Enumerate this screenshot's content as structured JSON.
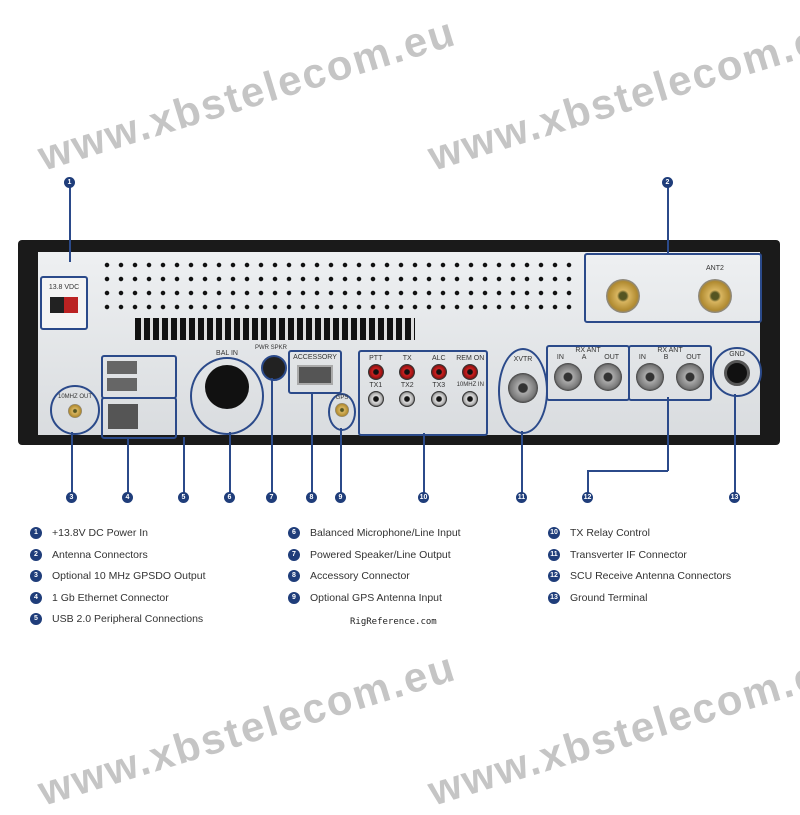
{
  "panel_labels": {
    "dc": "13.8 VDC",
    "ant2": "ANT2",
    "ten_out": "10MHZ OUT",
    "bal_in": "BAL IN",
    "pwr_spkr": "PWR SPKR",
    "accessory": "ACCESSORY",
    "gps": "GPS",
    "ptt": "PTT",
    "tx": "TX",
    "alc": "ALC",
    "rem_on": "REM ON",
    "tx1": "TX1",
    "tx2": "TX2",
    "tx3": "TX3",
    "ten_in": "10MHZ IN",
    "xvtr": "XVTR",
    "rx_ant_a": "RX ANT",
    "in_a": "IN",
    "a": "A",
    "out_a": "OUT",
    "rx_ant_b": "RX ANT",
    "in_b": "IN",
    "b": "B",
    "out_b": "OUT",
    "gnd": "GND"
  },
  "callouts": [
    "1",
    "2",
    "3",
    "4",
    "5",
    "6",
    "7",
    "8",
    "9",
    "10",
    "11",
    "12",
    "13"
  ],
  "legend": [
    {
      "n": "1",
      "text": "+13.8V DC Power In"
    },
    {
      "n": "2",
      "text": "Antenna Connectors"
    },
    {
      "n": "3",
      "text": "Optional 10 MHz GPSDO Output"
    },
    {
      "n": "4",
      "text": "1 Gb Ethernet Connector"
    },
    {
      "n": "5",
      "text": "USB 2.0 Peripheral Connections"
    },
    {
      "n": "6",
      "text": "Balanced Microphone/Line Input"
    },
    {
      "n": "7",
      "text": "Powered Speaker/Line Output"
    },
    {
      "n": "8",
      "text": "Accessory Connector"
    },
    {
      "n": "9",
      "text": "Optional GPS Antenna Input"
    },
    {
      "n": "10",
      "text": "TX Relay Control"
    },
    {
      "n": "11",
      "text": "Transverter IF Connector"
    },
    {
      "n": "12",
      "text": "SCU Receive Antenna Connectors"
    },
    {
      "n": "13",
      "text": "Ground Terminal"
    }
  ],
  "watermark": "www.xbstelecom.eu",
  "credit": "RigReference.com"
}
